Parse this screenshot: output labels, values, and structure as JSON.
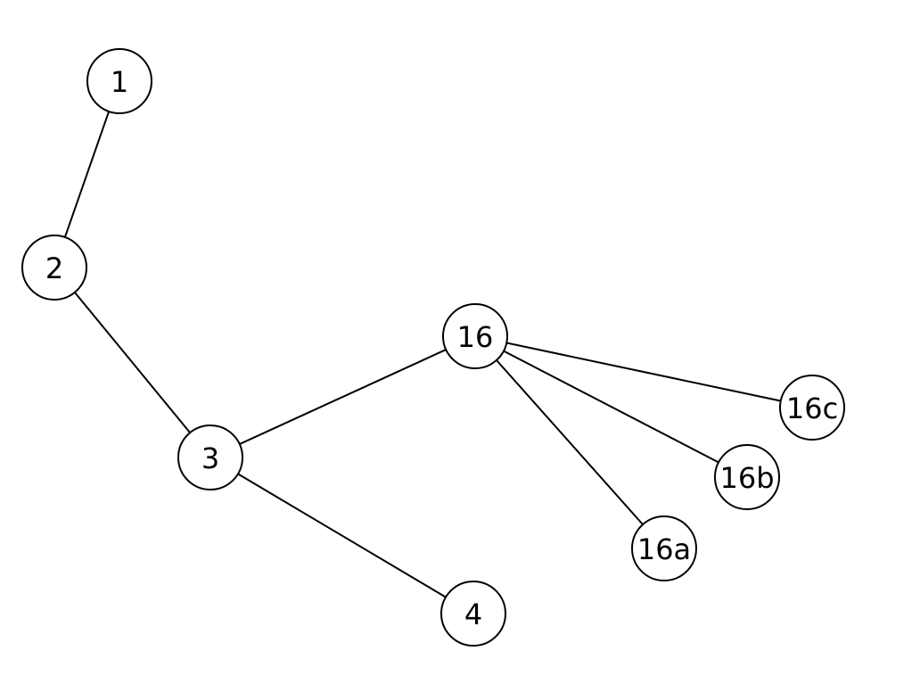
{
  "nodes": [
    {
      "id": "1",
      "label": "1"
    },
    {
      "id": "2",
      "label": "2"
    },
    {
      "id": "3",
      "label": "3"
    },
    {
      "id": "4",
      "label": "4"
    },
    {
      "id": "16",
      "label": "16"
    },
    {
      "id": "16a",
      "label": "16a"
    },
    {
      "id": "16b",
      "label": "16b"
    },
    {
      "id": "16c",
      "label": "16c"
    }
  ],
  "edges": [
    {
      "from": "1",
      "to": "2"
    },
    {
      "from": "2",
      "to": "3"
    },
    {
      "from": "3",
      "to": "16"
    },
    {
      "from": "3",
      "to": "4"
    },
    {
      "from": "16",
      "to": "16c"
    },
    {
      "from": "16",
      "to": "16b"
    },
    {
      "from": "16",
      "to": "16a"
    }
  ],
  "colors": {
    "stroke": "#000000",
    "fill": "#ffffff"
  }
}
